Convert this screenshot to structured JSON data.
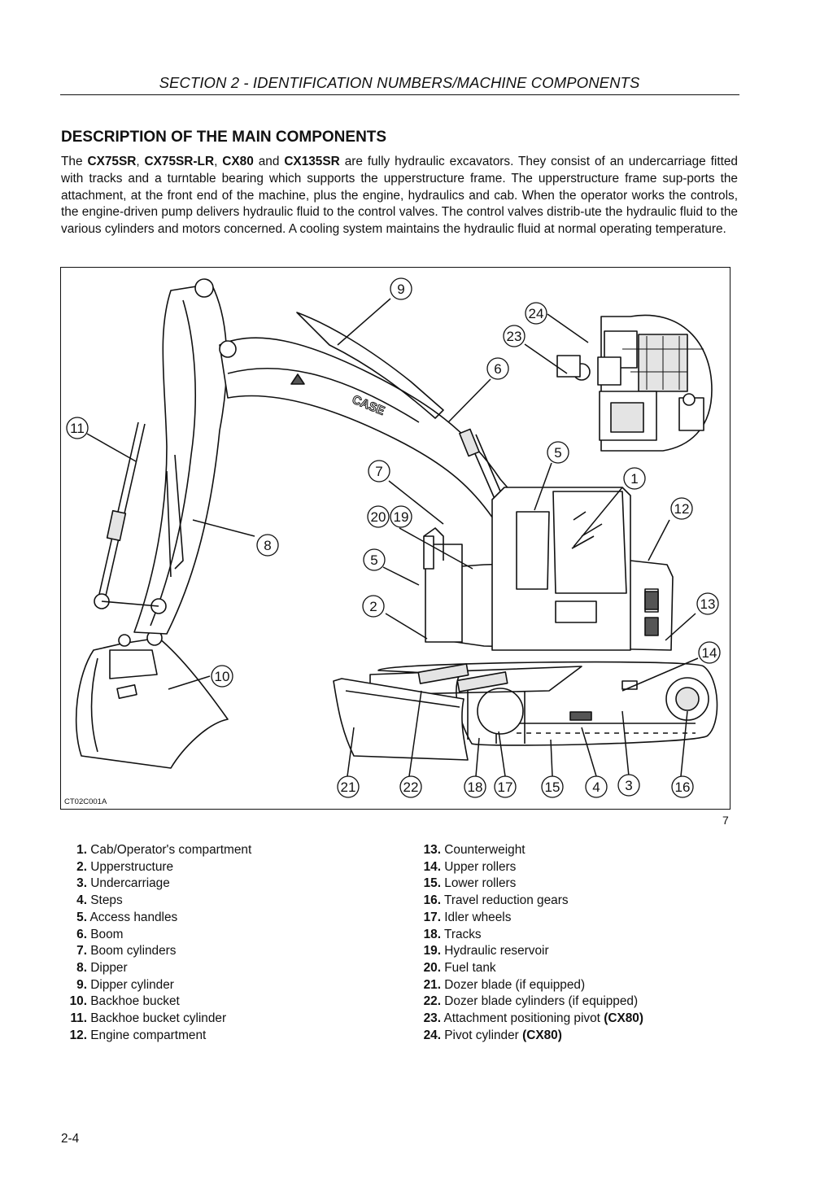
{
  "header": {
    "section_title": "SECTION 2 - IDENTIFICATION NUMBERS/MACHINE COMPONENTS"
  },
  "heading": "DESCRIPTION OF THE MAIN COMPONENTS",
  "intro": {
    "the": "The",
    "model1": "CX75SR",
    "sep1": ",",
    "model2": "CX75SR-LR",
    "sep2": ",",
    "model3": "CX80",
    "and": "and",
    "model4": "CX135SR",
    "body": "are fully hydraulic excavators. They consist of an undercarriage fitted with tracks and a turntable bearing which supports the upperstructure frame. The upperstructure frame sup-ports the attachment, at the front end of the machine, plus the engine, hydraulics and cab. When the operator works the controls, the engine-driven pump delivers hydraulic fluid to the control valves. The control valves distrib-ute the hydraulic fluid to the various cylinders and motors concerned. A cooling system maintains the hydraulic fluid at normal operating temperature."
  },
  "figure": {
    "code": "CT02C001A",
    "number": "7",
    "machine_brand": "CASE",
    "callouts": [
      "9",
      "24",
      "23",
      "6",
      "11",
      "5",
      "1",
      "7",
      "12",
      "20",
      "19",
      "8",
      "5",
      "2",
      "13",
      "14",
      "10",
      "21",
      "22",
      "18",
      "17",
      "15",
      "4",
      "3",
      "16"
    ]
  },
  "legend_left": [
    {
      "num": "1.",
      "label": "Cab/Operator's compartment"
    },
    {
      "num": "2.",
      "label": "Upperstructure"
    },
    {
      "num": "3.",
      "label": "Undercarriage"
    },
    {
      "num": "4.",
      "label": "Steps"
    },
    {
      "num": "5.",
      "label": "Access handles"
    },
    {
      "num": "6.",
      "label": "Boom"
    },
    {
      "num": "7.",
      "label": "Boom cylinders"
    },
    {
      "num": "8.",
      "label": "Dipper"
    },
    {
      "num": "9.",
      "label": "Dipper cylinder"
    },
    {
      "num": "10.",
      "label": "Backhoe bucket"
    },
    {
      "num": "11.",
      "label": "Backhoe bucket cylinder"
    },
    {
      "num": "12.",
      "label": "Engine compartment"
    }
  ],
  "legend_right": [
    {
      "num": "13.",
      "label": "Counterweight",
      "bold": ""
    },
    {
      "num": "14.",
      "label": "Upper rollers",
      "bold": ""
    },
    {
      "num": "15.",
      "label": "Lower rollers",
      "bold": ""
    },
    {
      "num": "16.",
      "label": "Travel reduction gears",
      "bold": ""
    },
    {
      "num": "17.",
      "label": "Idler wheels",
      "bold": ""
    },
    {
      "num": "18.",
      "label": "Tracks",
      "bold": ""
    },
    {
      "num": "19.",
      "label": "Hydraulic reservoir",
      "bold": ""
    },
    {
      "num": "20.",
      "label": "Fuel tank",
      "bold": ""
    },
    {
      "num": "21.",
      "label": "Dozer blade (if equipped)",
      "bold": ""
    },
    {
      "num": "22.",
      "label": "Dozer blade cylinders (if equipped)",
      "bold": ""
    },
    {
      "num": "23.",
      "label": "Attachment positioning pivot",
      "bold": "(CX80)"
    },
    {
      "num": "24.",
      "label": "Pivot cylinder",
      "bold": "(CX80)"
    }
  ],
  "page_number": "2-4"
}
